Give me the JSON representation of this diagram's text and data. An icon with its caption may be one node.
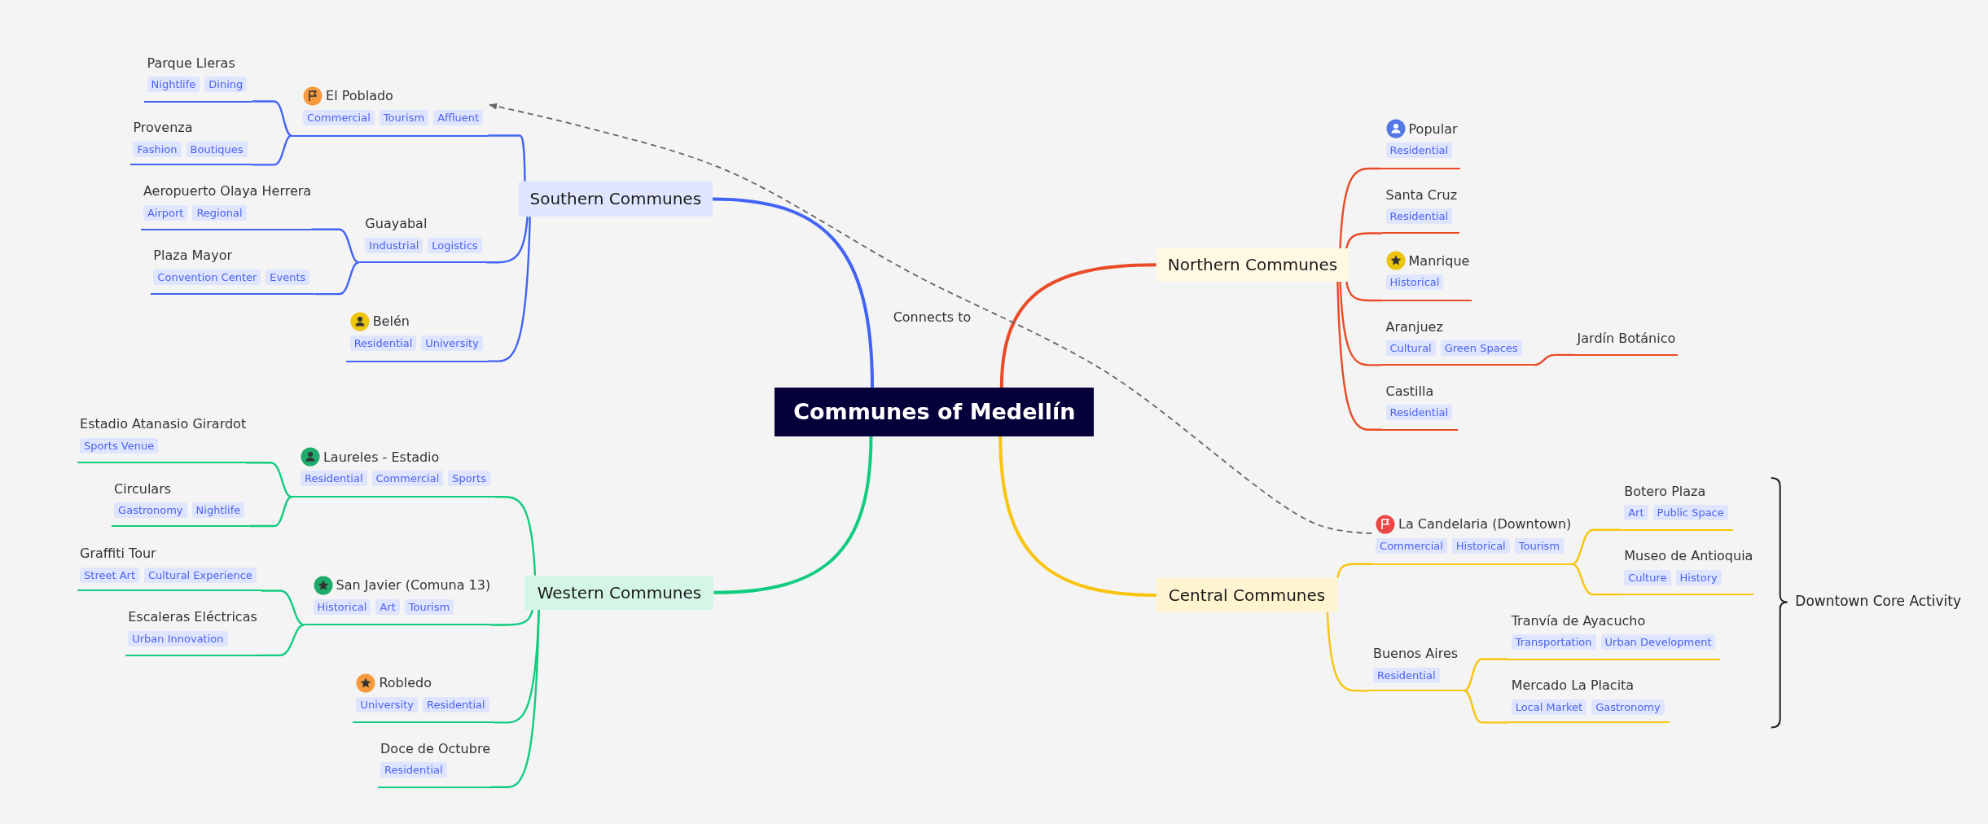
{
  "diagram": {
    "nodes": [
      {
        "text": [
          "Communes of Medellín"
        ]
      },
      {
        "text": [
          "Southern Communes"
        ]
      },
      {
        "text": [
          "El Poblado",
          "Commercial",
          "Tourism",
          "Affluent"
        ]
      },
      {
        "text": [
          "Parque Lleras",
          "Nightlife",
          "Dining"
        ]
      },
      {
        "text": [
          "Provenza",
          "Fashion",
          "Boutiques"
        ]
      },
      {
        "text": [
          "Guayabal",
          "Industrial",
          "Logistics"
        ]
      },
      {
        "text": [
          "Aeropuerto Olaya Herrera",
          "Airport",
          "Regional"
        ]
      },
      {
        "text": [
          "Plaza Mayor",
          "Convention Center",
          "Events"
        ]
      },
      {
        "text": [
          "Belén",
          "Residential",
          "University"
        ]
      },
      {
        "text": [
          "Northern Communes"
        ]
      },
      {
        "text": [
          "Popular",
          "Residential"
        ]
      },
      {
        "text": [
          "Santa Cruz",
          "Residential"
        ]
      },
      {
        "text": [
          "Manrique",
          "Historical"
        ]
      },
      {
        "text": [
          "Aranjuez",
          "Cultural",
          "Green Spaces"
        ]
      },
      {
        "text": [
          "Jardín Botánico"
        ]
      },
      {
        "text": [
          "Castilla",
          "Residential"
        ]
      },
      {
        "text": [
          "Western Communes"
        ]
      },
      {
        "text": [
          "Laureles - Estadio",
          "Residential",
          "Commercial",
          "Sports"
        ]
      },
      {
        "text": [
          "Estadio Atanasio Girardot",
          "Sports Venue"
        ]
      },
      {
        "text": [
          "Circulars",
          "Gastronomy",
          "Nightlife"
        ]
      },
      {
        "text": [
          "San Javier (Comuna 13)",
          "Historical",
          "Art",
          "Tourism"
        ]
      },
      {
        "text": [
          "Graffiti Tour",
          "Street Art",
          "Cultural Experience"
        ]
      },
      {
        "text": [
          "Escaleras Eléctricas",
          "Urban Innovation"
        ]
      },
      {
        "text": [
          "Robledo",
          "University",
          "Residential"
        ]
      },
      {
        "text": [
          "Doce de Octubre",
          "Residential"
        ]
      },
      {
        "text": [
          "Central Communes"
        ]
      },
      {
        "text": [
          "La Candelaria (Downtown)",
          "Commercial",
          "Historical",
          "Tourism"
        ]
      },
      {
        "text": [
          "Botero Plaza",
          "Art",
          "Public Space"
        ]
      },
      {
        "text": [
          "Museo de Antioquia",
          "Culture",
          "History"
        ]
      },
      {
        "text": [
          "Buenos Aires",
          "Residential"
        ]
      },
      {
        "text": [
          "Tranvía de Ayacucho",
          "Transportation",
          "Urban Development"
        ]
      },
      {
        "text": [
          "Mercado La Placita",
          "Local Market",
          "Gastronomy"
        ]
      }
    ],
    "edges": [
      {
        "from": 0,
        "to": 1,
        "arrow": "none",
        "color": "#4263f5"
      },
      {
        "from": 1,
        "to": 2,
        "arrow": "none",
        "color": "#4263f5"
      },
      {
        "from": 2,
        "to": 3,
        "arrow": "none",
        "color": "#4263f5"
      },
      {
        "from": 2,
        "to": 4,
        "arrow": "none",
        "color": "#4263f5"
      },
      {
        "from": 1,
        "to": 5,
        "arrow": "none",
        "color": "#4263f5"
      },
      {
        "from": 5,
        "to": 6,
        "arrow": "none",
        "color": "#4263f5"
      },
      {
        "from": 5,
        "to": 7,
        "arrow": "none",
        "color": "#4263f5"
      },
      {
        "from": 1,
        "to": 8,
        "arrow": "none",
        "color": "#4263f5"
      },
      {
        "from": 0,
        "to": 9,
        "arrow": "none",
        "color": "#ea4a26"
      },
      {
        "from": 9,
        "to": 10,
        "arrow": "none",
        "color": "#ea4a26"
      },
      {
        "from": 9,
        "to": 11,
        "arrow": "none",
        "color": "#ea4a26"
      },
      {
        "from": 9,
        "to": 12,
        "arrow": "none",
        "color": "#ea4a26"
      },
      {
        "from": 9,
        "to": 13,
        "arrow": "none",
        "color": "#ea4a26"
      },
      {
        "from": 13,
        "to": 14,
        "arrow": "none",
        "color": "#ea4a26"
      },
      {
        "from": 9,
        "to": 15,
        "arrow": "none",
        "color": "#ea4a26"
      },
      {
        "from": 0,
        "to": 16,
        "arrow": "none",
        "color": "#11cc80"
      },
      {
        "from": 16,
        "to": 17,
        "arrow": "none",
        "color": "#11cc80"
      },
      {
        "from": 17,
        "to": 18,
        "arrow": "none",
        "color": "#11cc80"
      },
      {
        "from": 17,
        "to": 19,
        "arrow": "none",
        "color": "#11cc80"
      },
      {
        "from": 16,
        "to": 20,
        "arrow": "none",
        "color": "#11cc80"
      },
      {
        "from": 20,
        "to": 21,
        "arrow": "none",
        "color": "#11cc80"
      },
      {
        "from": 20,
        "to": 22,
        "arrow": "none",
        "color": "#11cc80"
      },
      {
        "from": 16,
        "to": 23,
        "arrow": "none",
        "color": "#11cc80"
      },
      {
        "from": 16,
        "to": 24,
        "arrow": "none",
        "color": "#11cc80"
      },
      {
        "from": 0,
        "to": 25,
        "arrow": "none",
        "color": "#f8c40e"
      },
      {
        "from": 25,
        "to": 26,
        "arrow": "none",
        "color": "#f8c40e"
      },
      {
        "from": 26,
        "to": 27,
        "arrow": "none",
        "color": "#f8c40e"
      },
      {
        "from": 26,
        "to": 28,
        "arrow": "none",
        "color": "#f8c40e"
      },
      {
        "from": 25,
        "to": 29,
        "arrow": "none",
        "color": "#f8c40e"
      },
      {
        "from": 29,
        "to": 30,
        "arrow": "none",
        "color": "#f8c40e"
      },
      {
        "from": 29,
        "to": 31,
        "arrow": "none",
        "color": "#f8c40e"
      },
      {
        "from": 26,
        "to": 2,
        "arrow": "to",
        "label": "Connects to",
        "style": "dashed",
        "color": "#666666"
      }
    ],
    "labels": [
      "Downtown Core Activity"
    ]
  }
}
